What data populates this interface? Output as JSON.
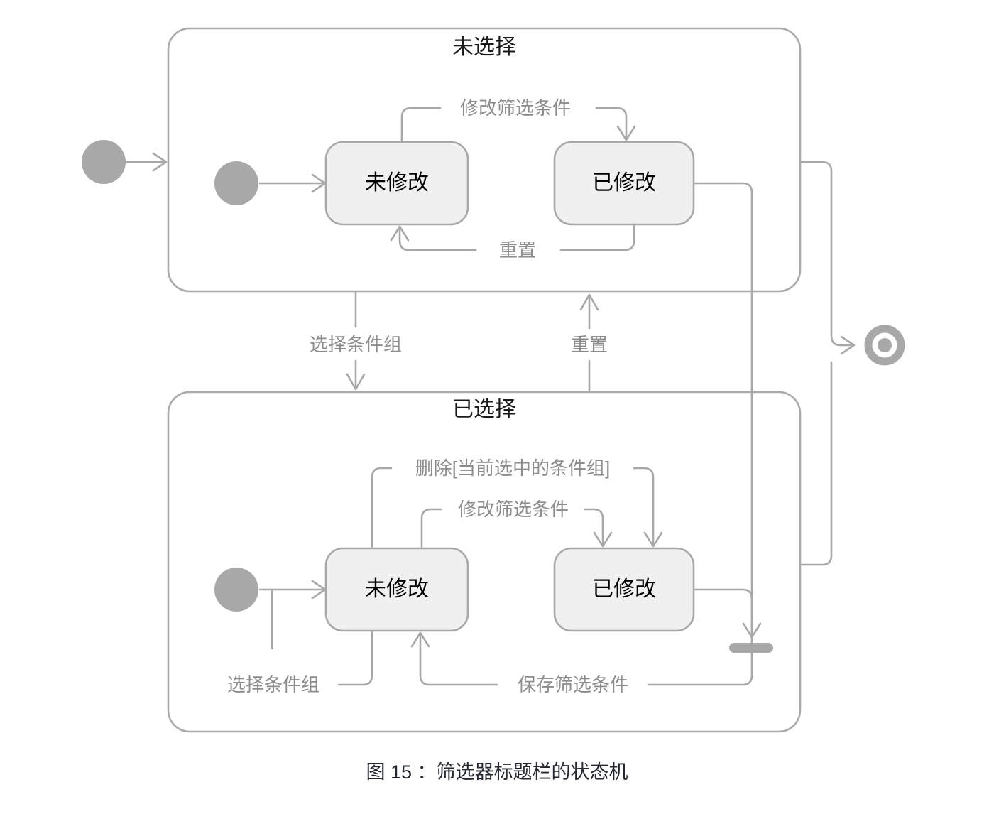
{
  "diagram": {
    "type": "uml-state-machine",
    "caption": "图 15 ：筛选器标题栏的状态机",
    "colors": {
      "background": "#ffffff",
      "edge": "#a8a8a8",
      "state_fill": "#f0f0f0",
      "state_border": "#a8a8a8",
      "composite_fill": "#ffffff",
      "composite_border": "#aaaaaa",
      "node_solid": "#a8a8a8",
      "label_text": "#8c8c8c",
      "state_text": "#000000",
      "caption_text": "#23272e"
    },
    "composites": [
      {
        "id": "unselected",
        "title": "未选择",
        "states": [
          {
            "id": "unselected-unmodified",
            "label": "未修改"
          },
          {
            "id": "unselected-modified",
            "label": "已修改"
          }
        ],
        "initial_node": "filled-circle",
        "transitions": [
          {
            "id": "t-u-modify",
            "from": "未修改",
            "to": "已修改",
            "label": "修改筛选条件"
          },
          {
            "id": "t-u-reset",
            "from": "已修改",
            "to": "未修改",
            "label": "重置"
          }
        ]
      },
      {
        "id": "selected",
        "title": "已选择",
        "states": [
          {
            "id": "selected-unmodified",
            "label": "未修改"
          },
          {
            "id": "selected-modified",
            "label": "已修改"
          }
        ],
        "initial_node": "filled-circle",
        "transitions": [
          {
            "id": "t-s-delete",
            "from": "未修改",
            "to": "已修改",
            "label": "删除[当前选中的条件组]"
          },
          {
            "id": "t-s-modify",
            "from": "未修改",
            "to": "已修改",
            "label": "修改筛选条件"
          },
          {
            "id": "t-s-select-group",
            "from": "未修改",
            "to": "未修改",
            "label": "选择条件组"
          },
          {
            "id": "t-s-save",
            "from": "已修改",
            "to": "未修改",
            "label": "保存筛选条件"
          }
        ]
      }
    ],
    "cross_transitions": [
      {
        "id": "t-select-group-down",
        "from": "未选择",
        "to": "已选择",
        "label": "选择条件组"
      },
      {
        "id": "t-reset-up",
        "from": "已选择",
        "to": "未选择",
        "label": "重置"
      }
    ],
    "terminal_nodes": [
      {
        "id": "start-node",
        "kind": "initial-state"
      },
      {
        "id": "final-node",
        "kind": "final-state"
      },
      {
        "id": "join-bar-node",
        "kind": "join-bar"
      }
    ]
  }
}
